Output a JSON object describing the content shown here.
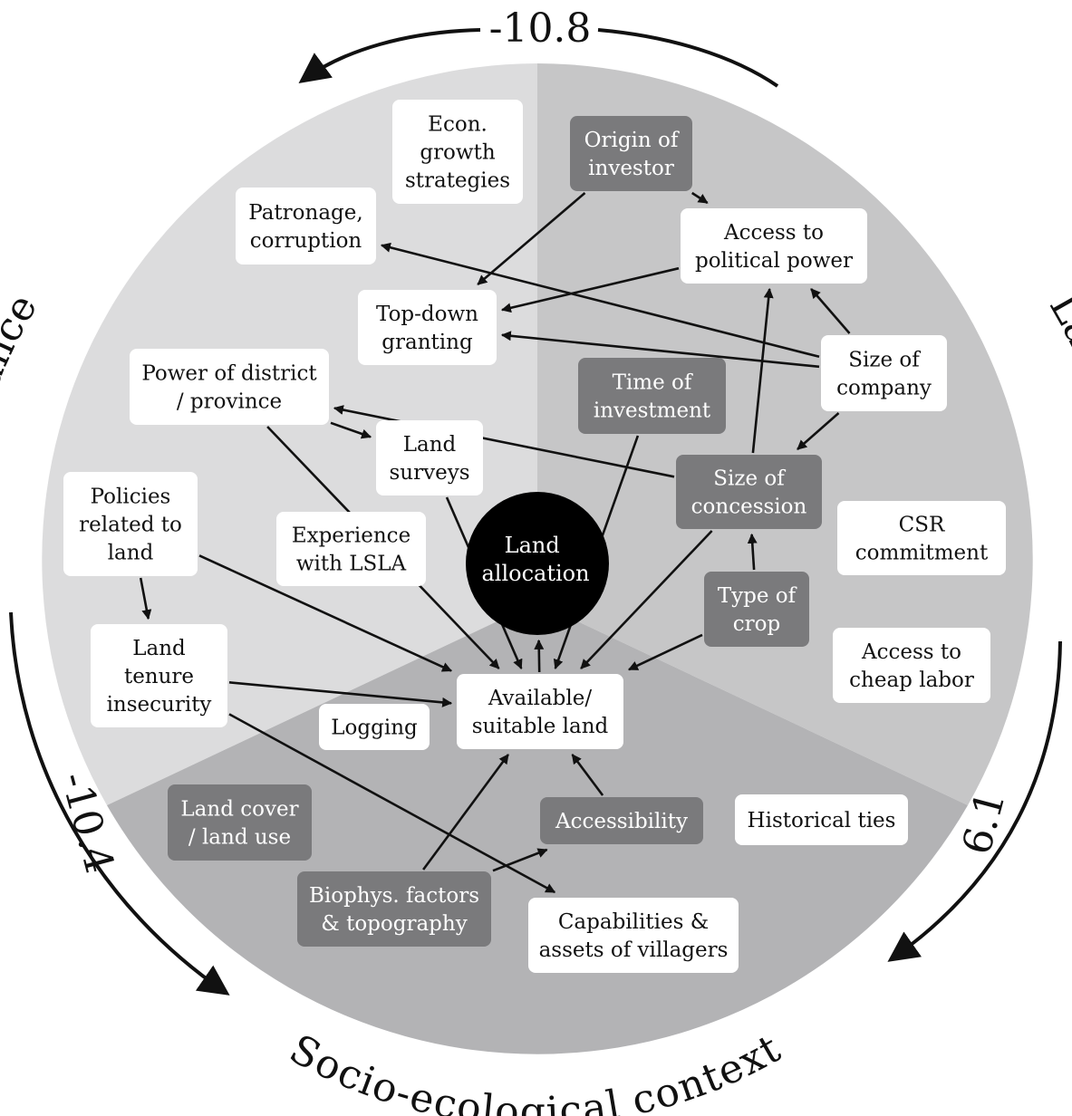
{
  "sectors": {
    "governance": {
      "title": "Land governance",
      "score": "-10.8",
      "fill": "#dcdcdd"
    },
    "investment": {
      "title": "Land investment",
      "score": "6.1",
      "fill": "#c6c6c7"
    },
    "context": {
      "title": "Socio-ecological context",
      "score": "-10.4",
      "fill": "#b3b3b5"
    }
  },
  "colors": {
    "box_white": "#ffffff",
    "box_dark": "#7a7a7c",
    "core": "#000000",
    "line": "#111111"
  },
  "core": {
    "label": [
      "Land",
      "allocation"
    ]
  },
  "nodes": {
    "econ_growth": {
      "lines": [
        "Econ.",
        "growth",
        "strategies"
      ],
      "style": "white"
    },
    "patronage": {
      "lines": [
        "Patronage,",
        "corruption"
      ],
      "style": "white"
    },
    "origin_investor": {
      "lines": [
        "Origin of",
        "investor"
      ],
      "style": "dark"
    },
    "access_power": {
      "lines": [
        "Access to",
        "political power"
      ],
      "style": "white"
    },
    "top_down": {
      "lines": [
        "Top-down",
        "granting"
      ],
      "style": "white"
    },
    "size_company": {
      "lines": [
        "Size of",
        "company"
      ],
      "style": "white"
    },
    "power_district": {
      "lines": [
        "Power of district",
        "/ province"
      ],
      "style": "white"
    },
    "time_investment": {
      "lines": [
        "Time of",
        "investment"
      ],
      "style": "dark"
    },
    "land_surveys": {
      "lines": [
        "Land",
        "surveys"
      ],
      "style": "white"
    },
    "size_concession": {
      "lines": [
        "Size of",
        "concession"
      ],
      "style": "dark"
    },
    "csr": {
      "lines": [
        "CSR",
        "commitment"
      ],
      "style": "white"
    },
    "policies": {
      "lines": [
        "Policies",
        "related to",
        "land"
      ],
      "style": "white"
    },
    "experience_lsla": {
      "lines": [
        "Experience",
        "with LSLA"
      ],
      "style": "white"
    },
    "type_crop": {
      "lines": [
        "Type of",
        "crop"
      ],
      "style": "dark"
    },
    "cheap_labor": {
      "lines": [
        "Access to",
        "cheap labor"
      ],
      "style": "white"
    },
    "tenure_insecurity": {
      "lines": [
        "Land",
        "tenure",
        "insecurity"
      ],
      "style": "white"
    },
    "available_land": {
      "lines": [
        "Available/",
        "suitable land"
      ],
      "style": "white"
    },
    "logging": {
      "lines": [
        "Logging"
      ],
      "style": "white"
    },
    "land_cover": {
      "lines": [
        "Land cover",
        "/ land use"
      ],
      "style": "dark"
    },
    "accessibility": {
      "lines": [
        "Accessibility"
      ],
      "style": "dark"
    },
    "historical_ties": {
      "lines": [
        "Historical ties"
      ],
      "style": "white"
    },
    "biophys": {
      "lines": [
        "Biophys. factors",
        "& topography"
      ],
      "style": "dark"
    },
    "capabilities": {
      "lines": [
        "Capabilities &",
        "assets of villagers"
      ],
      "style": "white"
    }
  },
  "edges": [
    {
      "from": "origin_investor",
      "to": "access_power"
    },
    {
      "from": "origin_investor",
      "to": "top_down"
    },
    {
      "from": "access_power",
      "to": "top_down"
    },
    {
      "from": "size_company",
      "to": "patronage"
    },
    {
      "from": "size_company",
      "to": "top_down"
    },
    {
      "from": "size_company",
      "to": "access_power"
    },
    {
      "from": "size_company",
      "to": "size_concession"
    },
    {
      "from": "size_concession",
      "to": "power_district"
    },
    {
      "from": "size_concession",
      "to": "access_power"
    },
    {
      "from": "size_concession",
      "to": "available_land"
    },
    {
      "from": "power_district",
      "to": "land_surveys"
    },
    {
      "from": "power_district",
      "to": "available_land"
    },
    {
      "from": "land_surveys",
      "to": "available_land"
    },
    {
      "from": "time_investment",
      "to": "available_land"
    },
    {
      "from": "type_crop",
      "to": "size_concession"
    },
    {
      "from": "type_crop",
      "to": "available_land"
    },
    {
      "from": "policies",
      "to": "tenure_insecurity"
    },
    {
      "from": "policies",
      "to": "available_land"
    },
    {
      "from": "tenure_insecurity",
      "to": "available_land"
    },
    {
      "from": "tenure_insecurity",
      "to": "capabilities"
    },
    {
      "from": "biophys",
      "to": "available_land"
    },
    {
      "from": "biophys",
      "to": "accessibility"
    },
    {
      "from": "accessibility",
      "to": "available_land"
    },
    {
      "from": "available_land",
      "to": "core"
    }
  ]
}
